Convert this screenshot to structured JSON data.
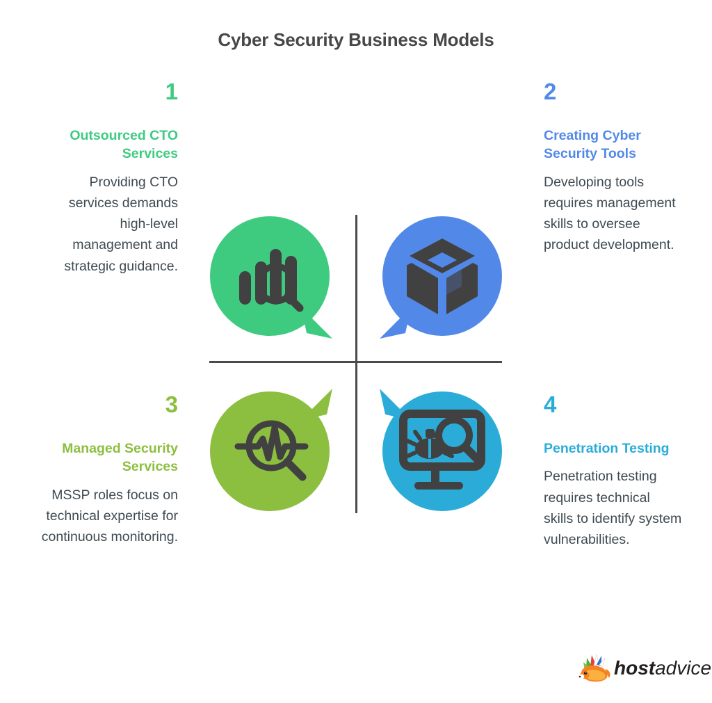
{
  "title": "Cyber Security Business Models",
  "colors": {
    "title": "#474747",
    "body_text": "#3e4a52",
    "divider": "#4a4a4a",
    "quadrant_1": "#3ecb80",
    "quadrant_2": "#5289e8",
    "quadrant_3": "#8cbf3f",
    "quadrant_4": "#2bacd8",
    "icon_glyph": "#414141",
    "background": "#ffffff"
  },
  "quadrants": [
    {
      "number": "1",
      "heading": "Outsourced CTO Services",
      "body": "Providing CTO services demands high-level management and strategic guidance.",
      "color": "#3ecb80",
      "icon": "bar-chart-magnifier-icon",
      "tail": "bottom-right"
    },
    {
      "number": "2",
      "heading": "Creating Cyber Security Tools",
      "body": "Developing tools requires management skills to oversee product development.",
      "color": "#5289e8",
      "icon": "isometric-cube-icon",
      "tail": "bottom-left"
    },
    {
      "number": "3",
      "heading": "Managed Security Services",
      "body": "MSSP roles focus on technical expertise for continuous monitoring.",
      "color": "#8cbf3f",
      "icon": "pulse-magnifier-icon",
      "tail": "top-right"
    },
    {
      "number": "4",
      "heading": "Penetration Testing",
      "body": "Penetration testing requires technical skills to identify system vulnerabilities.",
      "color": "#2bacd8",
      "icon": "monitor-bug-magnifier-icon",
      "tail": "top-left"
    }
  ],
  "logo": {
    "name_bold": "host",
    "name_light": "advice.",
    "mark": "fox-mascot-icon"
  }
}
